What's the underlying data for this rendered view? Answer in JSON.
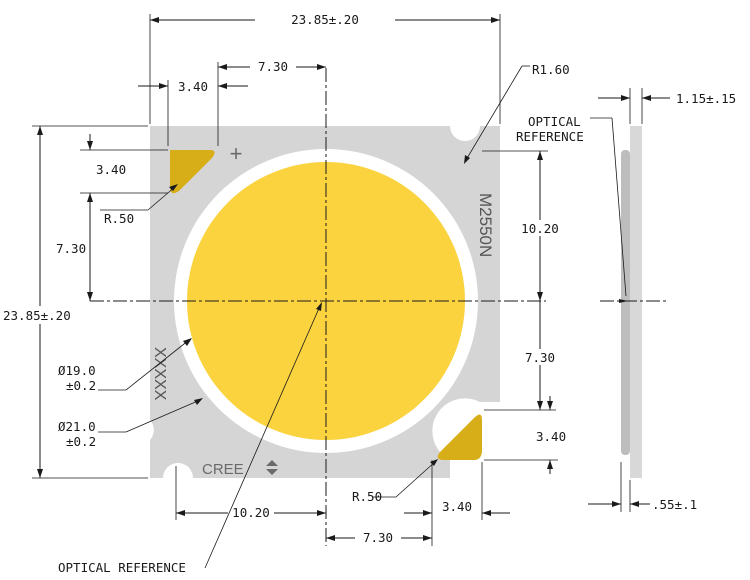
{
  "dimensions": {
    "overall_width": "23.85±.20",
    "overall_height": "23.85±.20",
    "pad_offset_top": "7.30",
    "pad_width_top": "3.40",
    "pad_height_left": "3.40",
    "pad_radius_top": "R.50",
    "pad_offset_left": "7.30",
    "notch_radius": "R1.60",
    "thickness_substrate": "1.15±.15",
    "optical_ref_right": "10.20",
    "pad_offset_right": "7.30",
    "pad_height_right": "3.40",
    "pad_radius_bottom": "R.50",
    "optical_ref_bottom": "10.20",
    "pad_offset_bottom": "7.30",
    "pad_width_bottom": "3.40",
    "thickness_emitter": ".55±.1",
    "les_diameter": "Ø19.0",
    "les_tolerance": "±0.2",
    "outer_diameter": "Ø21.0",
    "outer_tolerance": "±0.2"
  },
  "labels": {
    "optical_reference_side_line1": "OPTICAL",
    "optical_reference_side_line2": "REFERENCE",
    "optical_reference_bottom": "OPTICAL REFERENCE"
  },
  "markings": {
    "part_number": "M2550N",
    "brand": "CREE",
    "lot_code": "XXXXX",
    "plus_mark": "+"
  },
  "colors": {
    "substrate": "#d5d5d5",
    "phosphor": "#fad33e",
    "pad": "#d7ae18",
    "ring": "#ffffff",
    "marking": "#6a6a6a"
  }
}
